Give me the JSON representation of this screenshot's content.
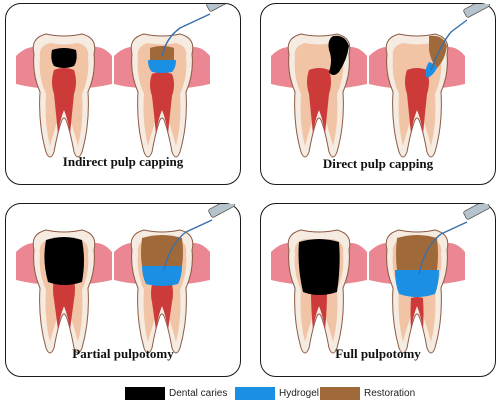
{
  "panels": [
    {
      "title": "Indirect pulp capping"
    },
    {
      "title": "Direct pulp capping"
    },
    {
      "title": "Partial pulpotomy"
    },
    {
      "title": "Full pulpotomy"
    }
  ],
  "legend": [
    {
      "label": "Dental caries",
      "color": "#000000"
    },
    {
      "label": "Hydrogel",
      "color": "#1a8fe3"
    },
    {
      "label": "Restoration",
      "color": "#a0693a"
    }
  ],
  "colors": {
    "gum": "#e87a86",
    "dentin": "#f2c4a6",
    "enamel": "#f5ebe0",
    "pulp": "#cc3a3a",
    "outline": "#8a5a44",
    "syringe": "#b5c4cc"
  }
}
